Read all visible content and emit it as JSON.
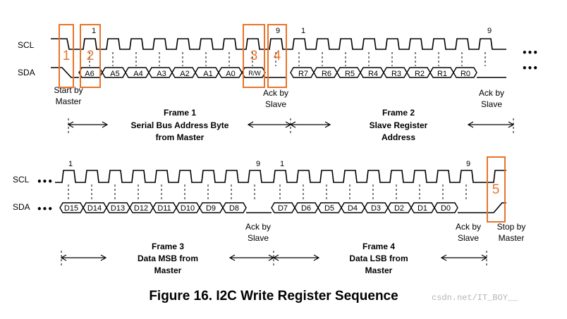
{
  "signals": {
    "scl": "SCL",
    "sda": "SDA"
  },
  "row1": {
    "address_bits": [
      "A6",
      "A5",
      "A4",
      "A3",
      "A2",
      "A1",
      "A0",
      "R/W"
    ],
    "register_bits": [
      "R7",
      "R6",
      "R5",
      "R4",
      "R3",
      "R2",
      "R1",
      "R0"
    ],
    "clock_labels": [
      "1",
      "9",
      "1",
      "9"
    ]
  },
  "row2": {
    "msb_bits": [
      "D15",
      "D14",
      "D13",
      "D12",
      "D11",
      "D10",
      "D9",
      "D8"
    ],
    "lsb_bits": [
      "D7",
      "D6",
      "D5",
      "D4",
      "D3",
      "D2",
      "D1",
      "D0"
    ],
    "clock_labels": [
      "1",
      "9",
      "1",
      "9"
    ]
  },
  "annotations": {
    "start": [
      "Start by",
      "Master"
    ],
    "ack1": [
      "Ack by",
      "Slave"
    ],
    "ack2": [
      "Ack by",
      "Slave"
    ],
    "ack3": [
      "Ack by",
      "Slave"
    ],
    "ack4": [
      "Ack by",
      "Slave"
    ],
    "stop": [
      "Stop by",
      "Master"
    ]
  },
  "frames": {
    "frame1": [
      "Frame 1",
      "Serial Bus Address Byte",
      "from Master"
    ],
    "frame2": [
      "Frame 2",
      "Slave Register",
      "Address"
    ],
    "frame3": [
      "Frame 3",
      "Data MSB from",
      "Master"
    ],
    "frame4": [
      "Frame 4",
      "Data LSB from",
      "Master"
    ]
  },
  "markers": [
    "1",
    "2",
    "3",
    "4",
    "5"
  ],
  "continuation": "•••",
  "caption": "Figure 16.  I2C Write Register Sequence",
  "watermark": "csdn.net/IT_BOY__",
  "colors": {
    "marker": "#e8742a",
    "line": "#000000",
    "watermark": "#b5b5b5"
  }
}
